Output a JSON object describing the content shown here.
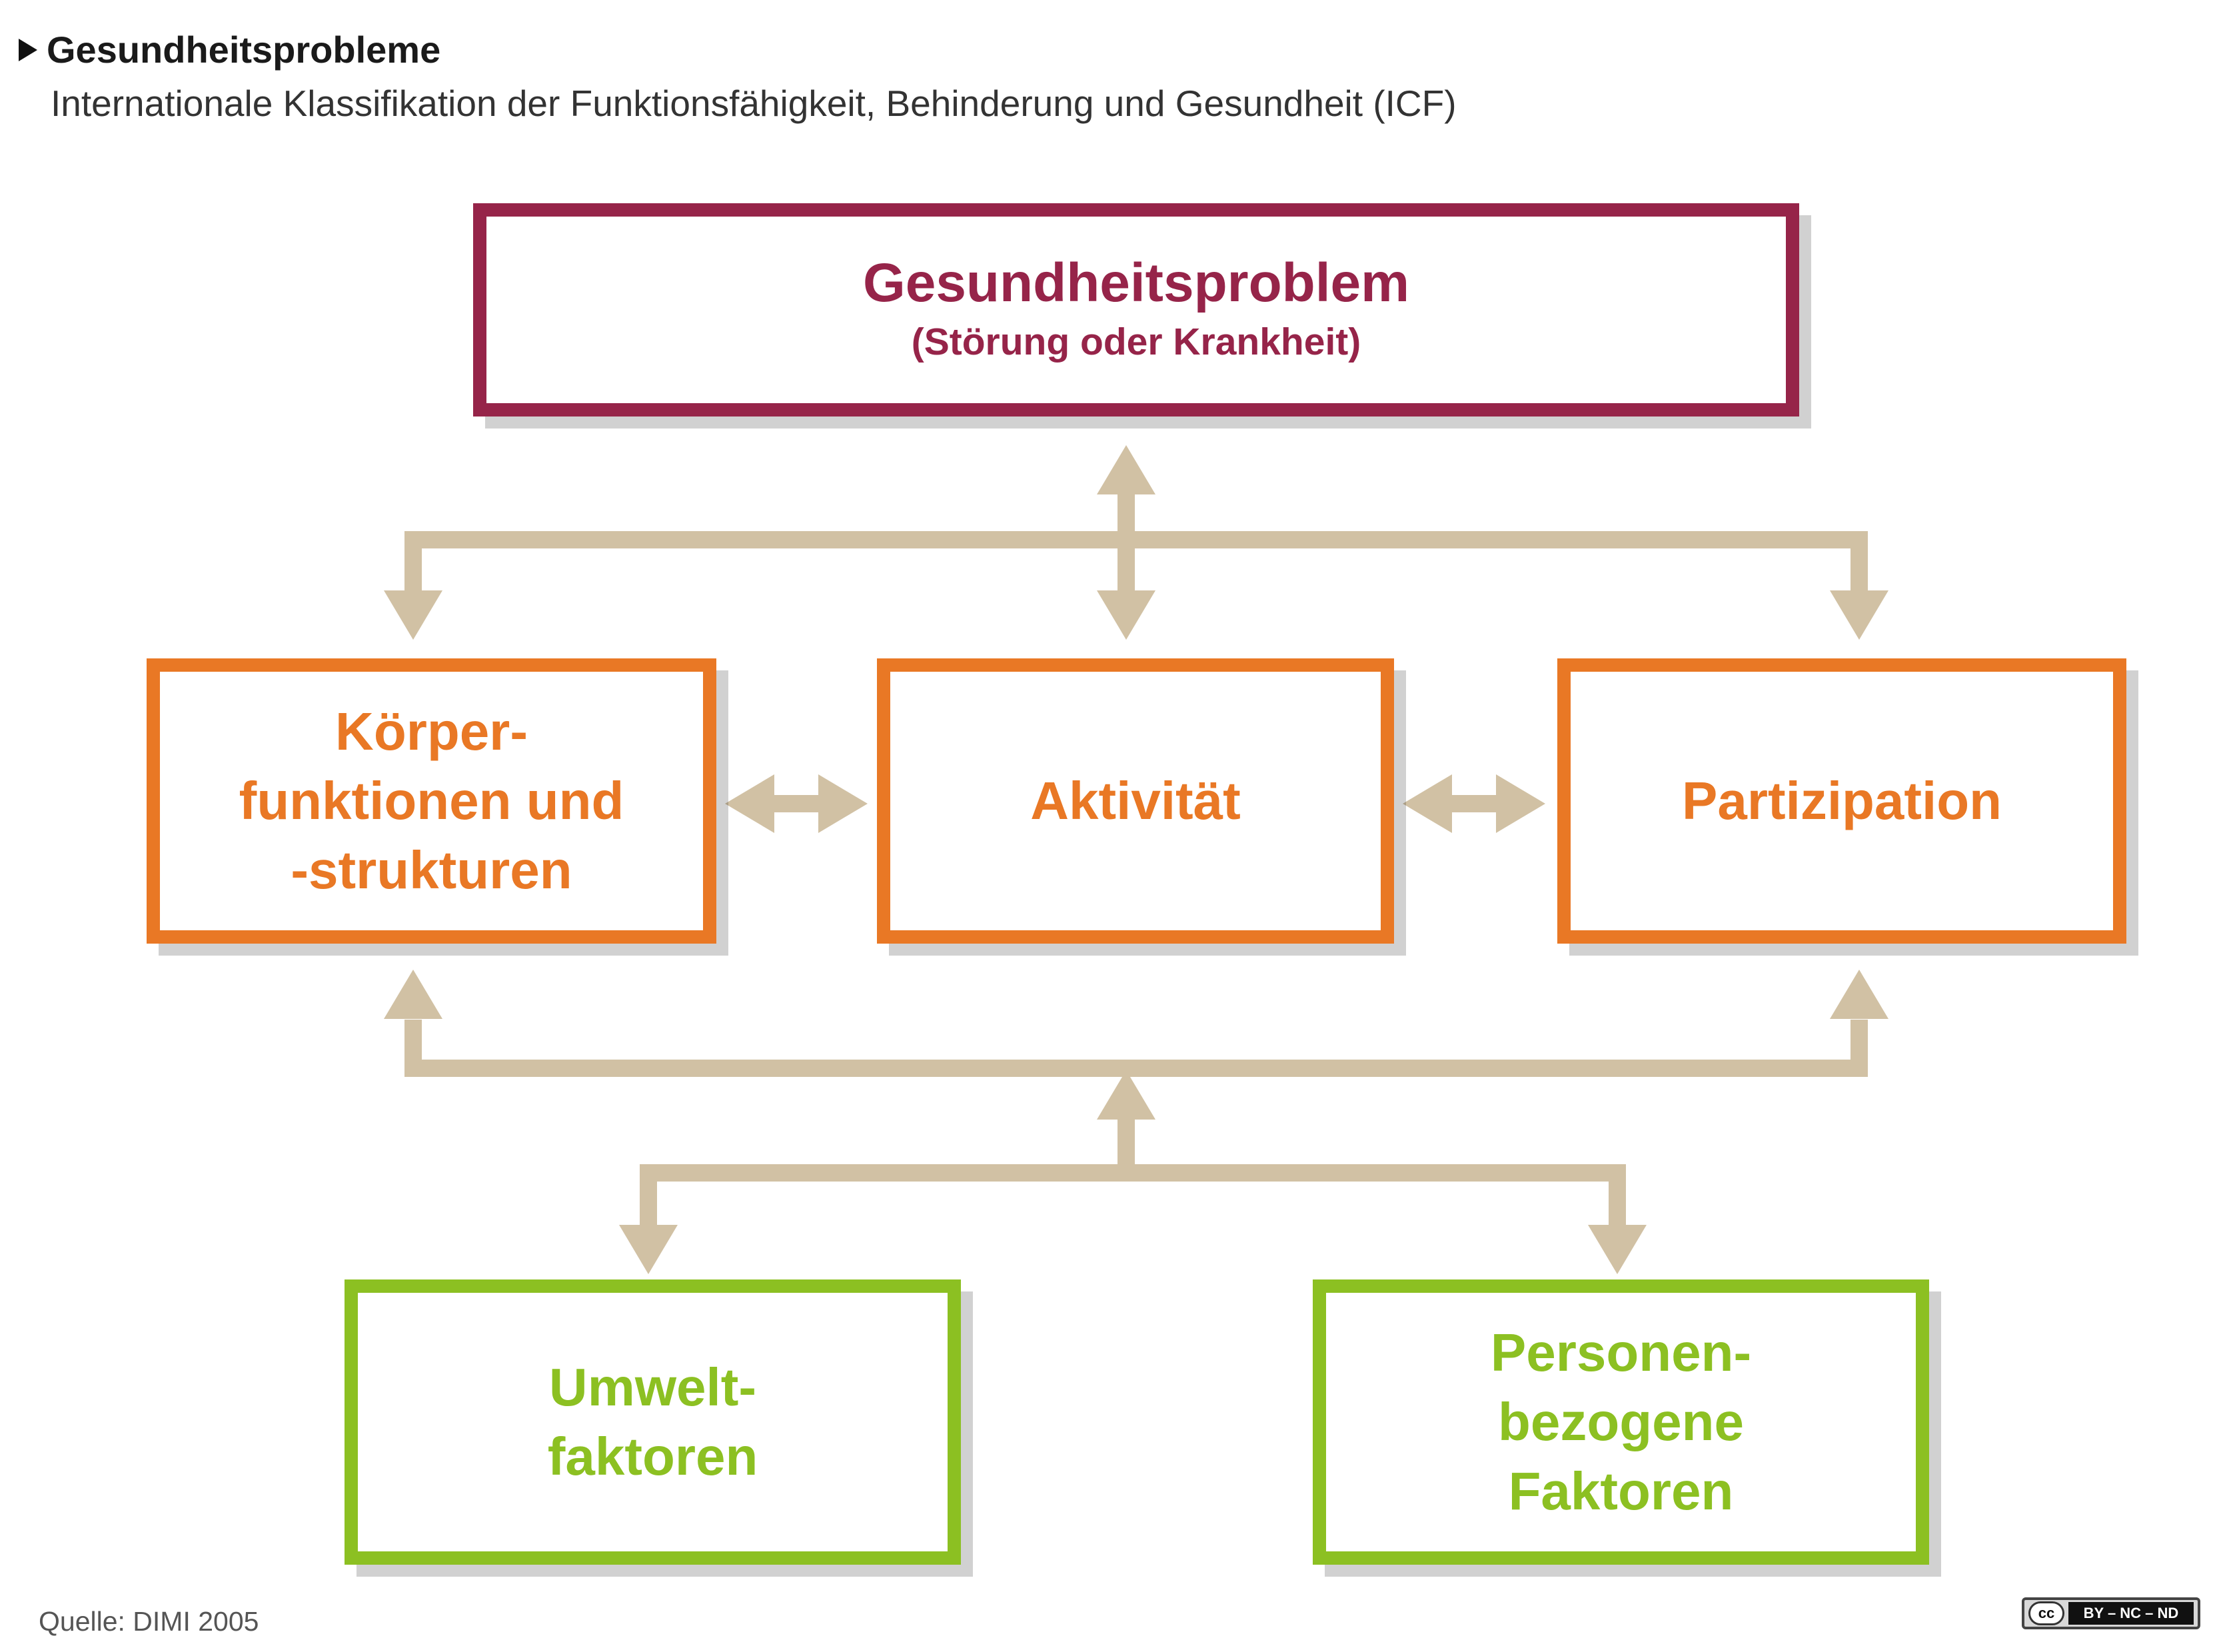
{
  "header": {
    "title": "Gesundheitsprobleme",
    "subtitle": "Internationale Klassifikation der Funktionsfähigkeit, Behinderung und Gesundheit (ICF)"
  },
  "boxes": {
    "health": {
      "title": "Gesundheitsproblem",
      "subtitle": "(Störung oder Krankheit)"
    },
    "body": {
      "lines": [
        "Körper-",
        "funktionen und",
        "-strukturen"
      ]
    },
    "activity": {
      "title": "Aktivität"
    },
    "participation": {
      "title": "Partizipation"
    },
    "environment": {
      "lines": [
        "Umwelt-",
        "faktoren"
      ]
    },
    "personal": {
      "lines": [
        "Personen-",
        "bezogene",
        "Faktoren"
      ]
    }
  },
  "colors": {
    "health": "#962449",
    "components": "#e97825",
    "context": "#8cc022",
    "connector": "#d1c1a4"
  },
  "footer": {
    "source": "Quelle: DIMI 2005",
    "license_icon": "cc-icon",
    "license_logo": "cc",
    "license": "BY – NC – ND"
  }
}
